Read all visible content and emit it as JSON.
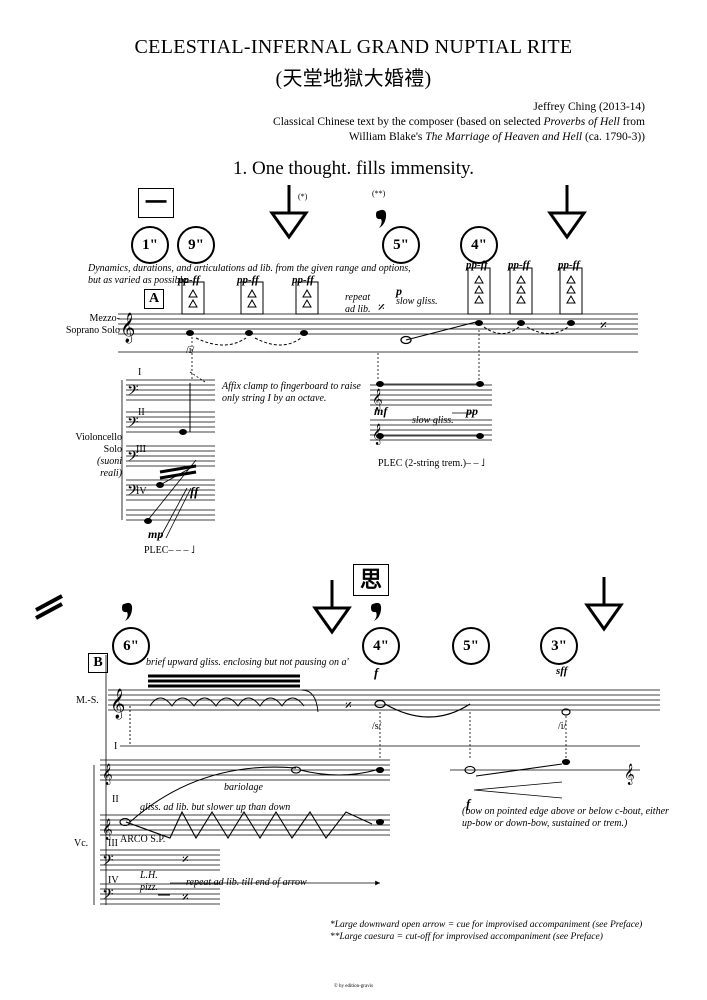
{
  "header": {
    "title": "CELESTIAL-INFERNAL GRAND NUPTIAL RITE",
    "subtitle": "(天堂地獄大婚禮)",
    "composer": "Jeffrey Ching (2013-14)",
    "text_credit_1_pre": "Classical Chinese text by the composer (based on selected ",
    "text_credit_1_em": "Proverbs of Hell",
    "text_credit_1_post": " from",
    "text_credit_2_pre": "William Blake's ",
    "text_credit_2_em": "The Marriage of Heaven and Hell",
    "text_credit_2_post": " (ca. 1790-3))"
  },
  "movement_title": "1.  One thought. fills immensity.",
  "system_a": {
    "rehearsal": "A",
    "char": "一",
    "marker_star": "(*)",
    "marker_dstar": "(**)",
    "durations": [
      "1\"",
      "9\"",
      "5\"",
      "4\""
    ],
    "instruction": "Dynamics, durations, and articulations ad lib. from the given range and options, but as varied as possible.",
    "staff_ms": "Mezzo-Soprano Solo",
    "staff_vc": "Violoncello Solo",
    "staff_vc_sub": "(suoni reali)",
    "strings": [
      "I",
      "II",
      "III",
      "IV"
    ],
    "dyn_ppff": "pp-ff",
    "repeat_ad_lib": "repeat ad lib.",
    "slow_gliss": "slow gliss.",
    "dyn_p": "p",
    "dyn_mf": "mf",
    "dyn_pp": "pp",
    "dyn_ff": "ff",
    "dyn_mp": "mp",
    "slash_i": "/i/",
    "affix": "Affix clamp to fingerboard to raise only string I by an octave.",
    "plec": "PLEC– – – ˩",
    "plec_trem": "PLEC (2-string trem.)– – ˩"
  },
  "system_b": {
    "rehearsal": "B",
    "char": "思",
    "durations": [
      "6\"",
      "4\"",
      "5\"",
      "3\""
    ],
    "brief_gliss": "brief upward gliss. enclosing but not pausing on a'",
    "staff_ms": "M.-S.",
    "staff_vc": "Vc.",
    "strings": [
      "I",
      "II",
      "III",
      "IV"
    ],
    "dyn_f": "f",
    "dyn_sff": "sff",
    "slash_s": "/s/",
    "slash_i": "/i/",
    "bariolage": "bariolage",
    "gliss_slow": "gliss. ad lib. but slower up than down",
    "arco": "ARCO S.P.",
    "lh_pizz": "L.H. pizz.",
    "repeat_arrow": "repeat ad lib. till end of arrow",
    "bow_note": "(bow on pointed edge above or below c-bout, either up-bow or down-bow, sustained or trem.)"
  },
  "footnotes": {
    "line1": "*Large downward open arrow = cue for improvised accompaniment (see Preface)",
    "line2": "**Large caesura = cut-off for improvised accompaniment (see Preface)"
  },
  "copyright": "© by edition-gravis"
}
